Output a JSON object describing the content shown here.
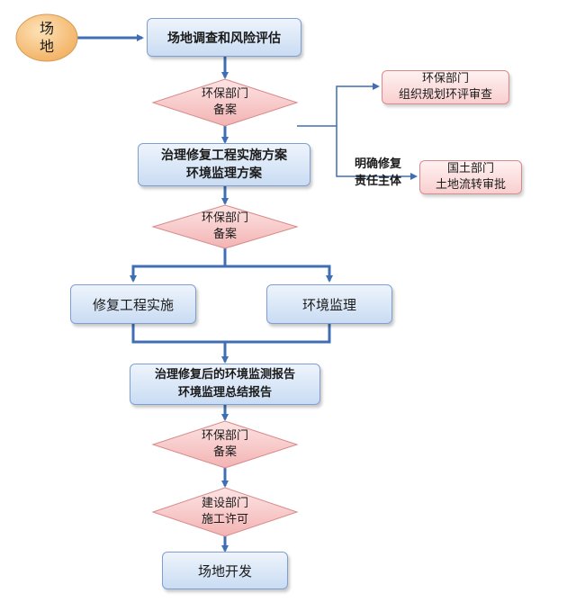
{
  "nodes": {
    "start": "场\n地",
    "survey": "场地调查和风险评估",
    "filing1": "环保部门\n备案",
    "plan": "治理修复工程实施方案\n环境监理方案",
    "filing2": "环保部门\n备案",
    "repair": "修复工程实施",
    "supervision": "环境监理",
    "report": "治理修复后的环境监测报告\n环境监理总结报告",
    "filing3": "环保部门\n备案",
    "permit": "建设部门\n施工许可",
    "develop": "场地开发",
    "env_review": "环保部门\n组织规划环评审查",
    "land_review": "国土部门\n土地流转审批",
    "responsibility": "明确修复\n责任主体"
  },
  "colors": {
    "arrow": "#3f6fb2",
    "diamond_fill": "#f8c6c6",
    "diamond_border": "#d98a8a",
    "start_fill": "#f6c27e"
  }
}
